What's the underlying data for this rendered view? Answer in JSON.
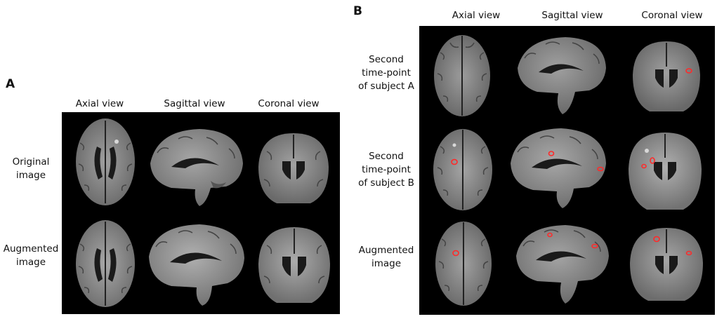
{
  "panels": {
    "a": {
      "letter": "A",
      "columns": [
        "Axial view",
        "Sagittal view",
        "Coronal view"
      ],
      "rows": [
        [
          "Original",
          "image"
        ],
        [
          "Augmented",
          "image"
        ]
      ]
    },
    "b": {
      "letter": "B",
      "columns": [
        "Axial view",
        "Sagittal view",
        "Coronal view"
      ],
      "rows": [
        [
          "Second",
          "time-point",
          "of subject A"
        ],
        [
          "Second",
          "time-point",
          "of subject B"
        ],
        [
          "Augmented",
          "image"
        ]
      ]
    }
  },
  "colors": {
    "background": "#000000",
    "lesion_outline": "#ff2a2a",
    "tissue": "#8a8a8a"
  },
  "icons": [
    "axial-brain-icon",
    "sagittal-brain-icon",
    "coronal-brain-icon",
    "lesion-outline-icon"
  ]
}
